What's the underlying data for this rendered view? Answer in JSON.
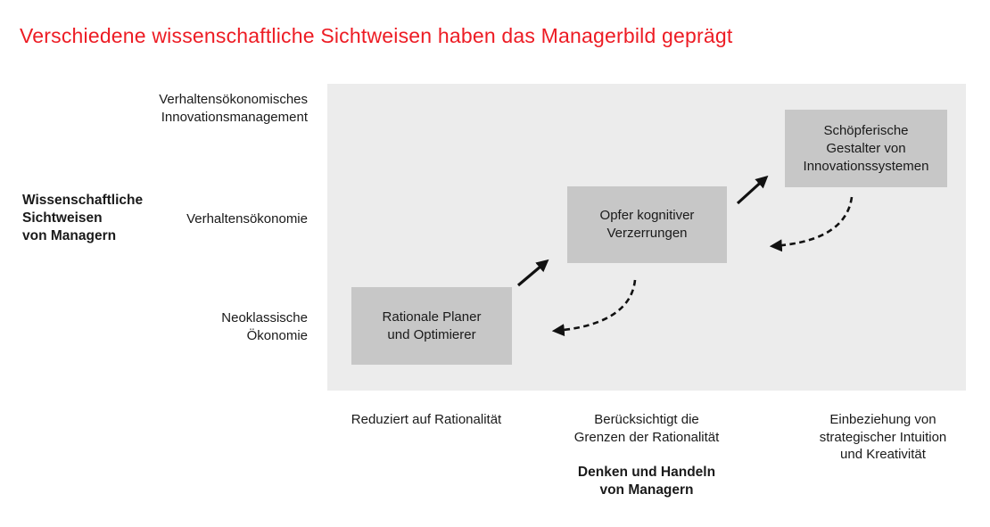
{
  "title": "Verschiedene wissenschaftliche Sichtweisen haben das Managerbild geprägt",
  "colors": {
    "accent_red": "#ed1c24",
    "panel_bg": "#ececec",
    "box_bg": "#c7c7c7",
    "text": "#1a1a1a"
  },
  "diagram": {
    "y_axis_title": "Wissenschaftliche\nSichtweisen\nvon Managern",
    "y_levels": [
      "Verhaltensökonomisches\nInnovationsmanagement",
      "Verhaltensökonomie",
      "Neoklassische\nÖkonomie"
    ],
    "boxes": [
      "Rationale Planer\nund Optimierer",
      "Opfer kognitiver\nVerzerrungen",
      "Schöpferische\nGestalter von\nInnovationssystemen"
    ],
    "x_levels": [
      "Reduziert auf Rationalität",
      "Berücksichtigt die\nGrenzen der Rationalität",
      "Einbeziehung von\nstrategischer Intuition\nund Kreativität"
    ],
    "x_axis_title": "Denken und Handeln\nvon Managern"
  }
}
